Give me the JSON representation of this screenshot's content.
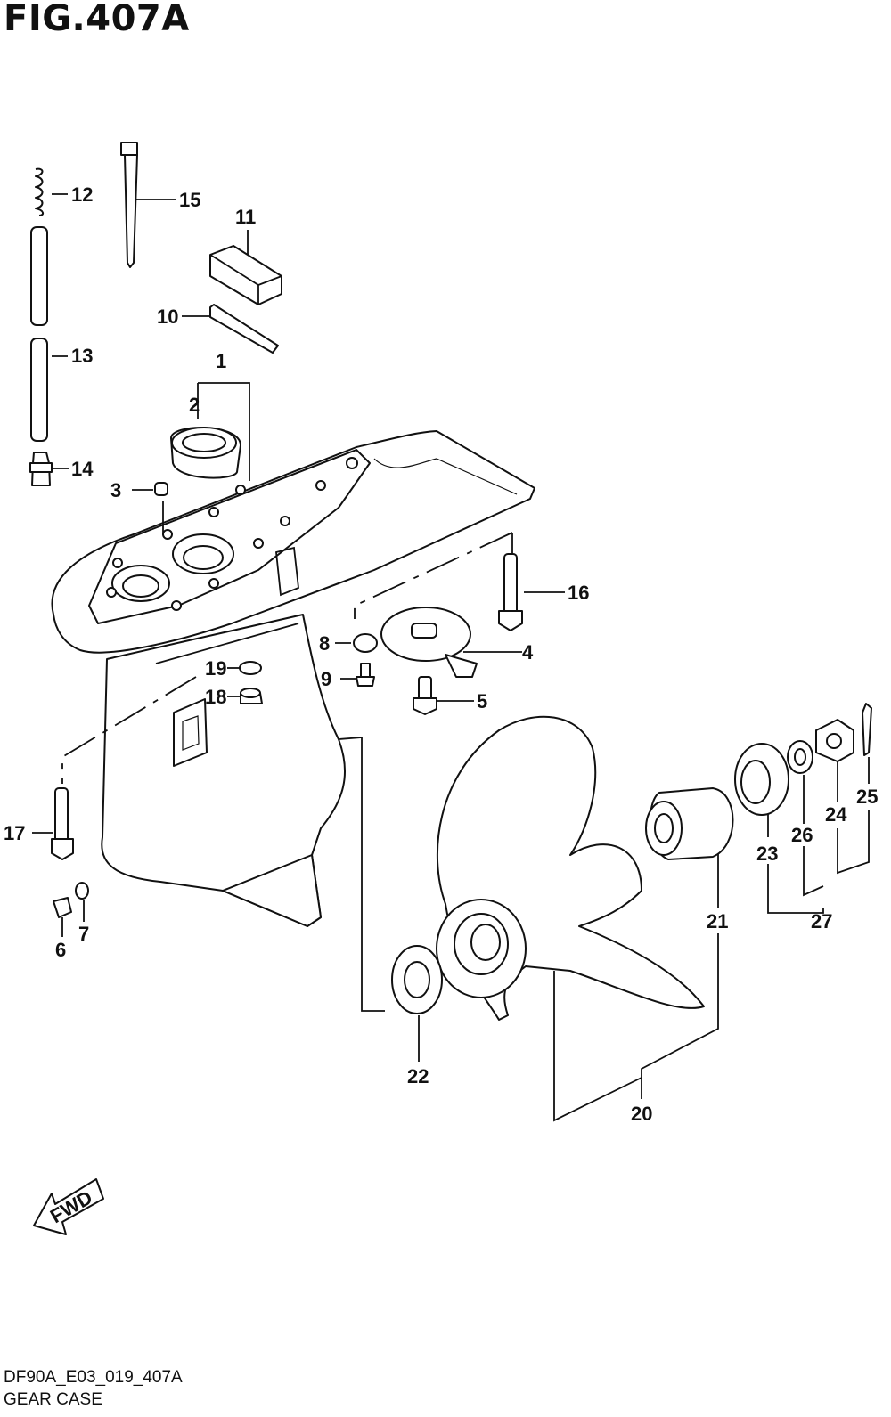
{
  "figure": {
    "title": "FIG.407A",
    "code": "DF90A_E03_019_407A",
    "name": "GEAR CASE",
    "direction_label": "FWD"
  },
  "callouts": [
    "1",
    "2",
    "3",
    "4",
    "5",
    "6",
    "7",
    "8",
    "9",
    "10",
    "11",
    "12",
    "13",
    "14",
    "15",
    "16",
    "17",
    "18",
    "19",
    "20",
    "21",
    "22",
    "23",
    "24",
    "25",
    "26",
    "27"
  ]
}
